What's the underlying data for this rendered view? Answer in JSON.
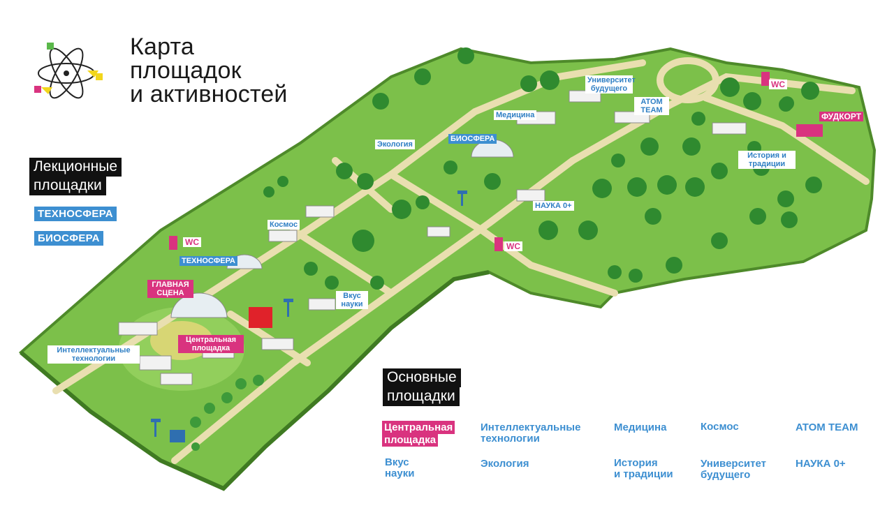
{
  "title": {
    "line1": "Карта",
    "line2": "площадок",
    "line3": "и активностей"
  },
  "lecture_section": {
    "heading_line1": "Лекционные",
    "heading_line2": "площадки",
    "items": [
      "ТЕХНОСФЕРА",
      "БИОСФЕРА"
    ]
  },
  "main_section": {
    "heading_line1": "Основные",
    "heading_line2": "площадки",
    "items": [
      {
        "line1": "Центральная",
        "line2": "площадка",
        "highlight": "pink"
      },
      {
        "line1": "Интеллектуальные",
        "line2": "технологии"
      },
      {
        "line1": "Медицина",
        "line2": ""
      },
      {
        "line1": "Космос",
        "line2": ""
      },
      {
        "line1": "ATOM TEAM",
        "line2": ""
      },
      {
        "line1": "Вкус",
        "line2": "науки"
      },
      {
        "line1": "Экология",
        "line2": ""
      },
      {
        "line1": "История",
        "line2": "и традиции"
      },
      {
        "line1": "Университет",
        "line2": "будущего"
      },
      {
        "line1": "НАУКА 0+",
        "line2": ""
      }
    ]
  },
  "map_labels": {
    "universitet": "Университет будущего",
    "atom_team": "ATOM TEAM",
    "meditsina": "Медицина",
    "ekologiya": "Экология",
    "biosfera": "БИОСФЕРА",
    "fudkort": "ФУДКОРТ",
    "istoriya": "История и традиции",
    "nauka": "НАУКА 0+",
    "kosmos": "Космос",
    "tehnosfera": "ТЕХНОСФЕРА",
    "glavnaya_scena": "ГЛАВНАЯ СЦЕНА",
    "vkus_nauki": "Вкус науки",
    "centralnaya": "Центральная площадка",
    "intellekt": "Интеллектуальные технологии",
    "wc": "WC"
  },
  "colors": {
    "grass": "#7cc04a",
    "grass_dark": "#5a9a33",
    "path": "#e9dfb0",
    "accent_blue": "#3d8fd1",
    "accent_pink": "#d9337f",
    "tree": "#2f8a2f"
  }
}
